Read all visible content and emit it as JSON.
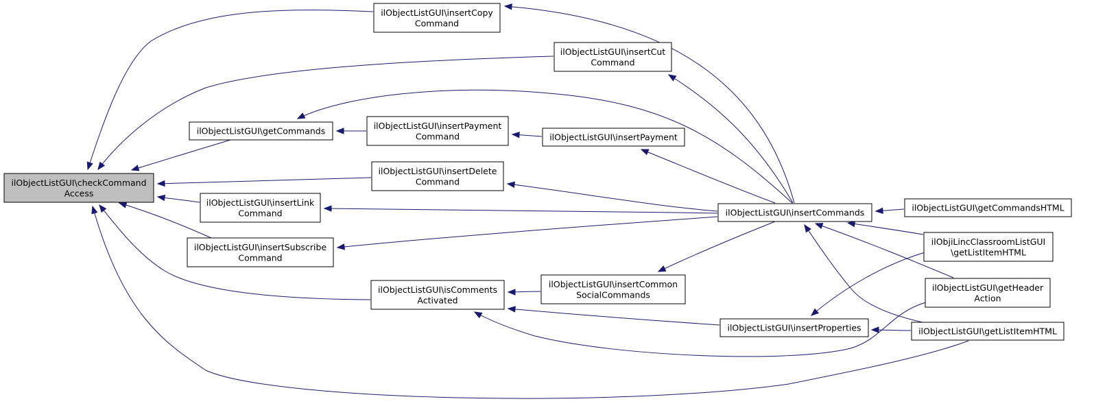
{
  "diagram": {
    "nodes": [
      {
        "id": "checkCommandAccess",
        "lines": [
          "ilObjectListGUI\\checkCommand",
          "Access"
        ],
        "highlighted": true
      },
      {
        "id": "insertCopyCommand",
        "lines": [
          "ilObjectListGUI\\insertCopy",
          "Command"
        ]
      },
      {
        "id": "insertCutCommand",
        "lines": [
          "ilObjectListGUI\\insertCut",
          "Command"
        ]
      },
      {
        "id": "getCommands",
        "lines": [
          "ilObjectListGUI\\getCommands"
        ]
      },
      {
        "id": "insertPaymentCommand",
        "lines": [
          "ilObjectListGUI\\insertPayment",
          "Command"
        ]
      },
      {
        "id": "insertPayment",
        "lines": [
          "ilObjectListGUI\\insertPayment"
        ]
      },
      {
        "id": "insertDeleteCommand",
        "lines": [
          "ilObjectListGUI\\insertDelete",
          "Command"
        ]
      },
      {
        "id": "insertLinkCommand",
        "lines": [
          "ilObjectListGUI\\insertLink",
          "Command"
        ]
      },
      {
        "id": "insertSubscribeCommand",
        "lines": [
          "ilObjectListGUI\\insertSubscribe",
          "Command"
        ]
      },
      {
        "id": "insertCommands",
        "lines": [
          "ilObjectListGUI\\insertCommands"
        ]
      },
      {
        "id": "getCommandsHTML",
        "lines": [
          "ilObjectListGUI\\getCommandsHTML"
        ]
      },
      {
        "id": "ilinc_getListItemHTML",
        "lines": [
          "ilObjiLincClassroomListGUI",
          "\\getListItemHTML"
        ]
      },
      {
        "id": "isCommentsActivated",
        "lines": [
          "ilObjectListGUI\\isComments",
          "Activated"
        ]
      },
      {
        "id": "insertCommonSocialCommands",
        "lines": [
          "ilObjectListGUI\\insertCommon",
          "SocialCommands"
        ]
      },
      {
        "id": "getHeaderAction",
        "lines": [
          "ilObjectListGUI\\getHeader",
          "Action"
        ]
      },
      {
        "id": "insertProperties",
        "lines": [
          "ilObjectListGUI\\insertProperties"
        ]
      },
      {
        "id": "getListItemHTML",
        "lines": [
          "ilObjectListGUI\\getListItemHTML"
        ]
      }
    ],
    "edges": [
      {
        "from": "insertCopyCommand",
        "to": "checkCommandAccess"
      },
      {
        "from": "insertCutCommand",
        "to": "checkCommandAccess"
      },
      {
        "from": "getCommands",
        "to": "checkCommandAccess"
      },
      {
        "from": "insertDeleteCommand",
        "to": "checkCommandAccess"
      },
      {
        "from": "insertLinkCommand",
        "to": "checkCommandAccess"
      },
      {
        "from": "insertSubscribeCommand",
        "to": "checkCommandAccess"
      },
      {
        "from": "isCommentsActivated",
        "to": "checkCommandAccess"
      },
      {
        "from": "getListItemHTML",
        "to": "checkCommandAccess"
      },
      {
        "from": "insertCommands",
        "to": "insertCopyCommand"
      },
      {
        "from": "insertCommands",
        "to": "insertCutCommand"
      },
      {
        "from": "insertCommands",
        "to": "getCommands"
      },
      {
        "from": "insertPaymentCommand",
        "to": "getCommands"
      },
      {
        "from": "insertPayment",
        "to": "insertPaymentCommand"
      },
      {
        "from": "insertCommands",
        "to": "insertPayment"
      },
      {
        "from": "insertCommands",
        "to": "insertDeleteCommand"
      },
      {
        "from": "insertCommands",
        "to": "insertLinkCommand"
      },
      {
        "from": "insertCommands",
        "to": "insertSubscribeCommand"
      },
      {
        "from": "insertCommonSocialCommands",
        "to": "isCommentsActivated"
      },
      {
        "from": "insertProperties",
        "to": "isCommentsActivated"
      },
      {
        "from": "getHeaderAction",
        "to": "isCommentsActivated"
      },
      {
        "from": "insertCommands",
        "to": "insertCommonSocialCommands"
      },
      {
        "from": "getCommandsHTML",
        "to": "insertCommands"
      },
      {
        "from": "ilinc_getListItemHTML",
        "to": "insertCommands"
      },
      {
        "from": "getHeaderAction",
        "to": "insertCommands"
      },
      {
        "from": "getListItemHTML",
        "to": "insertCommands"
      },
      {
        "from": "ilinc_getListItemHTML",
        "to": "insertProperties"
      },
      {
        "from": "getListItemHTML",
        "to": "insertProperties"
      }
    ]
  }
}
